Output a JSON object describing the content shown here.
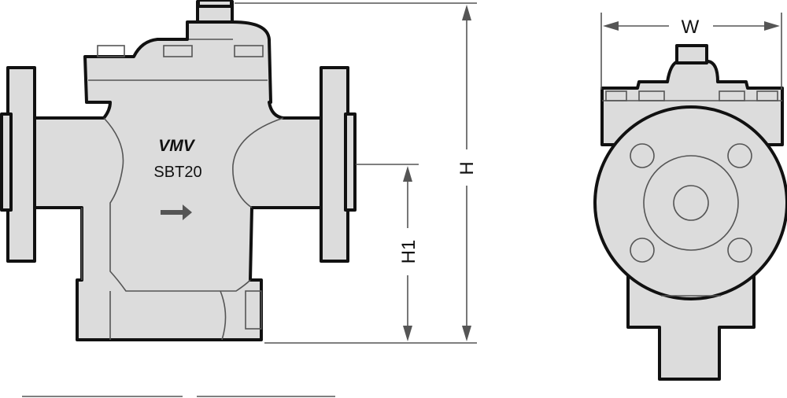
{
  "diagram": {
    "brand_mark": "VMV",
    "model": "SBT20",
    "dimensions": {
      "w": "W",
      "h": "H",
      "h1": "H1"
    },
    "colors": {
      "body": "#dcdcdc",
      "outline": "#111111",
      "dimension": "#555555"
    }
  }
}
